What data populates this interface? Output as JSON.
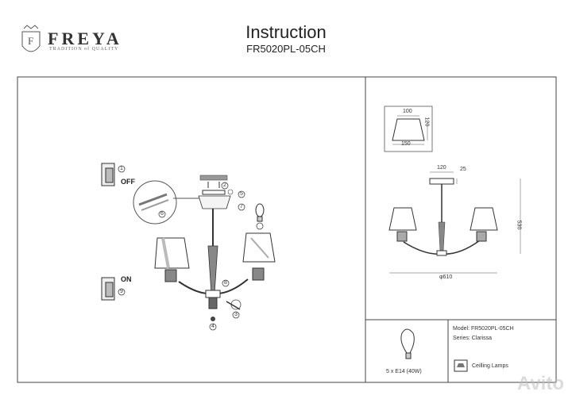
{
  "brand": {
    "name": "FREYA",
    "tagline": "TRADITION of QUALITY",
    "monogram": "F"
  },
  "header": {
    "title": "Instruction",
    "model": "FR5020PL-05CH"
  },
  "install": {
    "off_label": "OFF",
    "on_label": "ON",
    "steps": [
      "1",
      "2",
      "3",
      "4",
      "5",
      "6",
      "7",
      "8",
      "9"
    ]
  },
  "dimensions": {
    "shade_top": "100",
    "shade_bottom": "150",
    "shade_height": "120",
    "canopy_width": "120",
    "canopy_height": "25",
    "total_height": "530",
    "diameter": "φ610"
  },
  "specs": {
    "bulb": "5 x E14 (40W)",
    "model_line": "Model: FR5020PL-05CH",
    "series_line": "Series: Clarissa",
    "type_line": "Ceilling Lamps"
  },
  "watermark": "Avito",
  "colors": {
    "line": "#333333",
    "frame": "#555555"
  }
}
